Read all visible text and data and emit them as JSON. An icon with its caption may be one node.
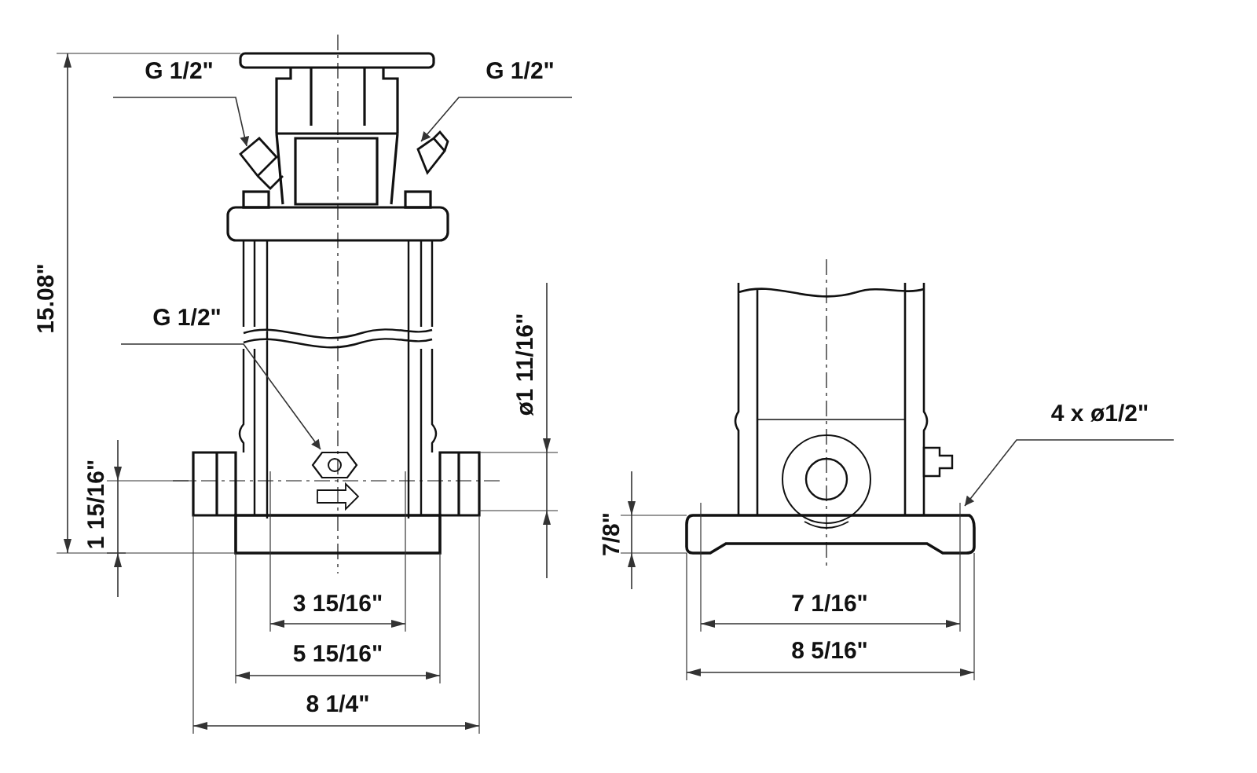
{
  "diagram": {
    "nodes": [
      {
        "text": [
          "G 1/2\""
        ]
      },
      {
        "text": [
          "G 1/2\""
        ]
      },
      {
        "text": [
          "G 1/2\""
        ]
      },
      {
        "text": [
          "4 x ø1/2\""
        ]
      }
    ],
    "edges": [
      {
        "from": 0,
        "to": null,
        "arrow": "to"
      },
      {
        "from": 1,
        "to": null,
        "arrow": "to"
      },
      {
        "from": 2,
        "to": null,
        "arrow": "to"
      },
      {
        "from": 3,
        "to": null,
        "arrow": "to"
      }
    ],
    "labels": [
      "15.08\"",
      "1 15/16\"",
      "ø1 11/16\"",
      "3 15/16\"",
      "5 15/16\"",
      "8 1/4\"",
      "7/8\"",
      "7 1/16\"",
      "8 5/16\""
    ]
  }
}
